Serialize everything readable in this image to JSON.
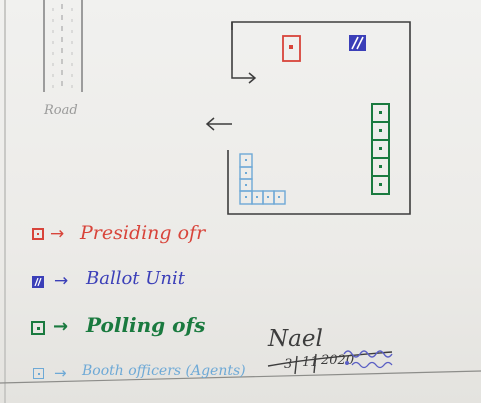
{
  "colors": {
    "ink_dark": "#3d3d3d",
    "presiding": "#d8443a",
    "ballot": "#3b3fb8",
    "polling": "#1a7a3f",
    "booth": "#6ea9d6",
    "road": "#a0a0a0",
    "stamp": "#5a5fc4"
  },
  "road": {
    "label": "Road"
  },
  "legend": [
    {
      "key": "presiding",
      "symbol": "dotted-square-icon",
      "arrow": "→",
      "label": "Presiding ofr"
    },
    {
      "key": "ballot",
      "symbol": "hatched-square-icon",
      "arrow": "→",
      "label": "Ballot Unit"
    },
    {
      "key": "polling",
      "symbol": "dotted-square-icon",
      "arrow": "→",
      "label": "Polling ofs"
    },
    {
      "key": "booth",
      "symbol": "dotted-square-icon",
      "arrow": "→",
      "label": "Booth officers (Agents)"
    }
  ],
  "signature": {
    "name": "Nael",
    "date_parts": [
      "3",
      "11",
      "2020"
    ]
  }
}
